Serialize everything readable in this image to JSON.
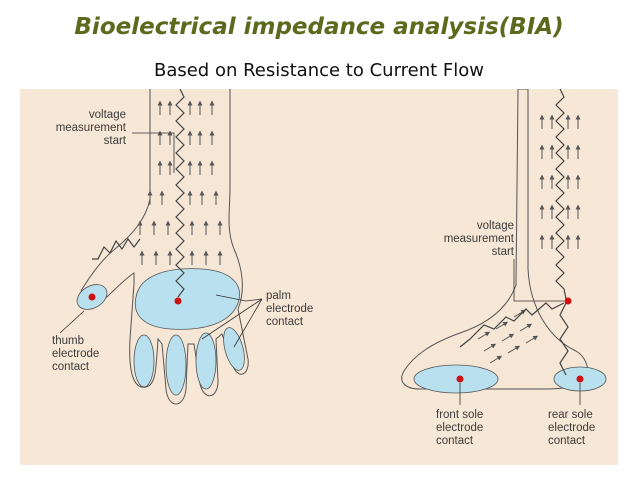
{
  "title": "Bioelectrical impedance analysis(BIA)",
  "subtitle": "Based on Resistance to Current Flow",
  "labels": {
    "hand_voltage": "voltage\nmeasurement\nstart",
    "palm": "palm\nelectrode\ncontact",
    "thumb": "thumb\nelectrode\ncontact",
    "foot_voltage": "voltage\nmeasurement\nstart",
    "front_sole": "front sole\nelectrode\ncontact",
    "rear_sole": "rear sole\nelectrode\ncontact"
  },
  "colors": {
    "title": "#5a6b1e",
    "background": "#f7e7d6",
    "electrode": "#b9e0ee",
    "contact_dot": "#cc1111"
  }
}
